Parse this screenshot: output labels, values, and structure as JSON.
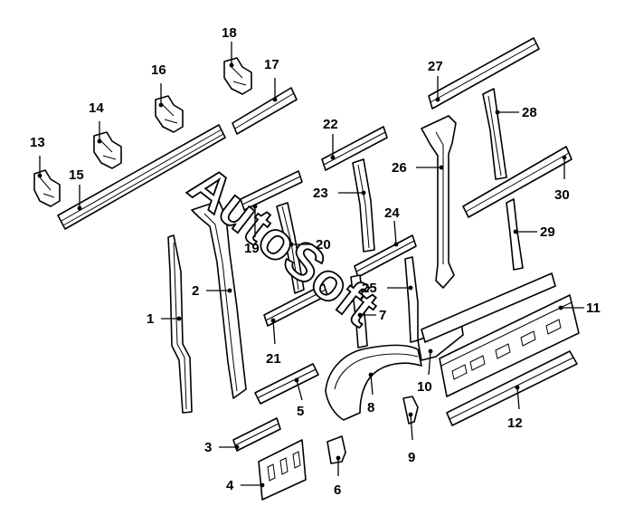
{
  "watermark": "AutoSoft",
  "callouts": [
    "1",
    "2",
    "3",
    "4",
    "5",
    "6",
    "7",
    "8",
    "9",
    "10",
    "11",
    "12",
    "13",
    "14",
    "15",
    "16",
    "17",
    "18",
    "19",
    "20",
    "21",
    "22",
    "23",
    "24",
    "25",
    "26",
    "27",
    "28",
    "29",
    "30"
  ],
  "colors": {
    "line": "#000000",
    "background": "#ffffff"
  }
}
